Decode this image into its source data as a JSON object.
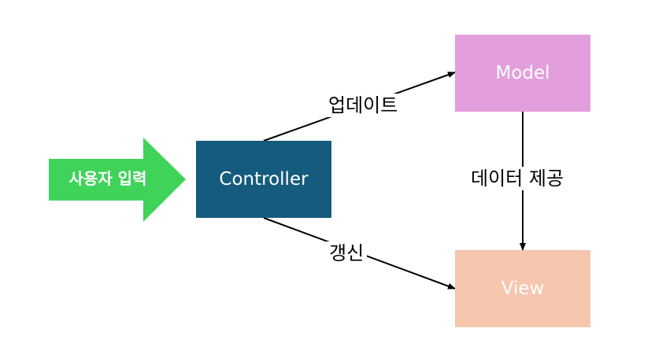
{
  "nodes": {
    "controller": {
      "label": "Controller",
      "color": "#155b7d"
    },
    "model": {
      "label": "Model",
      "color": "#e39fdc"
    },
    "view": {
      "label": "View",
      "color": "#f6c6ae"
    }
  },
  "input_arrow": {
    "label": "사용자 입력",
    "color": "#3fd35a"
  },
  "edges": [
    {
      "from": "controller",
      "to": "model",
      "label": "업데이트"
    },
    {
      "from": "controller",
      "to": "view",
      "label": "갱신"
    },
    {
      "from": "model",
      "to": "view",
      "label": "데이터 제공"
    }
  ]
}
